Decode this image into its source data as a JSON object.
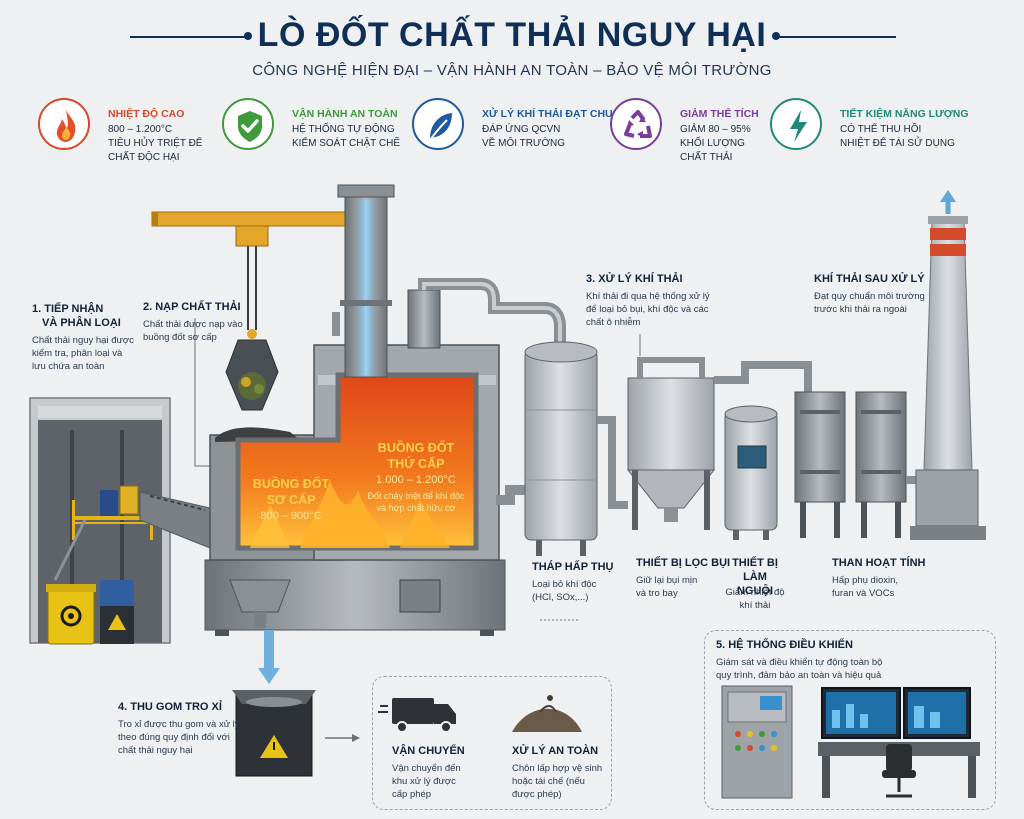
{
  "header": {
    "title": "LÒ ĐỐT CHẤT THẢI NGUY HẠI",
    "subtitle": "CÔNG NGHỆ HIỆN ĐẠI – VẬN HÀNH AN TOÀN – BẢO VỆ MÔI TRƯỜNG"
  },
  "features": [
    {
      "title": "NHIỆT ĐỘ CAO",
      "line1": "800 – 1.200°C",
      "line2": "TIÊU HỦY TRIỆT ĐỂ",
      "line3": "CHẤT ĐỘC HẠI",
      "color": "#d8482a",
      "icon": "fire-icon"
    },
    {
      "title": "VẬN HÀNH AN TOÀN",
      "line1": "HỆ THỐNG TỰ ĐỘNG",
      "line2": "KIỂM SOÁT CHẶT CHẼ",
      "line3": "",
      "color": "#3e9a3a",
      "icon": "shield-check-icon"
    },
    {
      "title": "XỬ LÝ KHÍ THẢI ĐẠT CHUẨN",
      "line1": "ĐÁP ỨNG QCVN",
      "line2": "VỀ MÔI TRƯỜNG",
      "line3": "",
      "color": "#1d5a9e",
      "icon": "leaf-icon"
    },
    {
      "title": "GIẢM THỂ TÍCH",
      "line1": "GIẢM 80 – 95%",
      "line2": "KHỐI LƯỢNG",
      "line3": "CHẤT THẢI",
      "color": "#7a3d9a",
      "icon": "recycle-icon"
    },
    {
      "title": "TIẾT KIỆM NĂNG LƯỢNG",
      "line1": "CÓ THỂ THU HỒI",
      "line2": "NHIỆT ĐỂ TÁI SỬ DỤNG",
      "line3": "",
      "color": "#1f8a7a",
      "icon": "lightning-icon"
    }
  ],
  "steps": {
    "s1": {
      "title_1": "1. TIẾP NHẬN",
      "title_2": "VÀ PHÂN LOẠI",
      "t1": "Chất thải nguy hại được",
      "t2": "kiểm tra, phân loại và",
      "t3": "lưu chứa an toàn"
    },
    "s2": {
      "title": "2. NẠP CHẤT THẢI",
      "t1": "Chất thải được nạp vào",
      "t2": "buồng đốt sơ cấp"
    },
    "s3": {
      "title": "3. XỬ LÝ KHÍ THẢI",
      "t1": "Khí thải đi qua hệ thống xử lý",
      "t2": "để loại bỏ bụi, khí độc và các",
      "t3": "chất ô nhiễm"
    },
    "exhaust": {
      "title": "KHÍ THẢI SAU XỬ LÝ",
      "t1": "Đạt quy chuẩn môi trường",
      "t2": "trước khi thải ra ngoài"
    },
    "s4": {
      "title": "4. THU GOM TRO XỈ",
      "t1": "Tro xỉ được thu gom và xử lý",
      "t2": "theo đúng quy định đối với",
      "t3": "chất thải nguy hại"
    },
    "s5": {
      "title": "5. HỆ THỐNG ĐIỀU KHIỂN",
      "t1": "Giám sát và điều khiển tự động toàn bộ",
      "t2": "quy trình, đảm bảo an toàn và hiệu quả"
    }
  },
  "chambers": {
    "primary": {
      "l1": "BUỒNG ĐỐT",
      "l2": "SƠ CẤP",
      "temp": "800 – 900°C"
    },
    "secondary": {
      "l1": "BUỒNG ĐỐT",
      "l2": "THỨ CẤP",
      "temp": "1.000 – 1.200°C",
      "d1": "Đốt cháy triệt để khí độc",
      "d2": "và hợp chất hữu cơ"
    }
  },
  "equipment": {
    "absorber": {
      "title": "THÁP HẤP THỤ",
      "t1": "Loại bỏ khí độc",
      "t2": "(HCl, SOx,...)"
    },
    "filter": {
      "title": "THIẾT BỊ LỌC BỤI",
      "t1": "Giữ lại bụi mịn",
      "t2": "và tro bay"
    },
    "cooler": {
      "title_1": "THIẾT BỊ",
      "title_2": "LÀM NGUỘI",
      "t1": "Giảm nhiệt độ",
      "t2": "khí thải"
    },
    "carbon": {
      "title": "THAN HOẠT TÍNH",
      "t1": "Hấp phụ dioxin,",
      "t2": "furan và VOCs"
    }
  },
  "disposal": {
    "transport": {
      "title": "VẬN CHUYỂN",
      "t1": "Vận chuyển đến",
      "t2": "khu xử lý được",
      "t3": "cấp phép"
    },
    "landfill": {
      "title": "XỬ LÝ AN TOÀN",
      "t1": "Chôn lấp hợp vệ sinh",
      "t2": "hoặc tái chế (nếu",
      "t3": "được phép)"
    }
  }
}
